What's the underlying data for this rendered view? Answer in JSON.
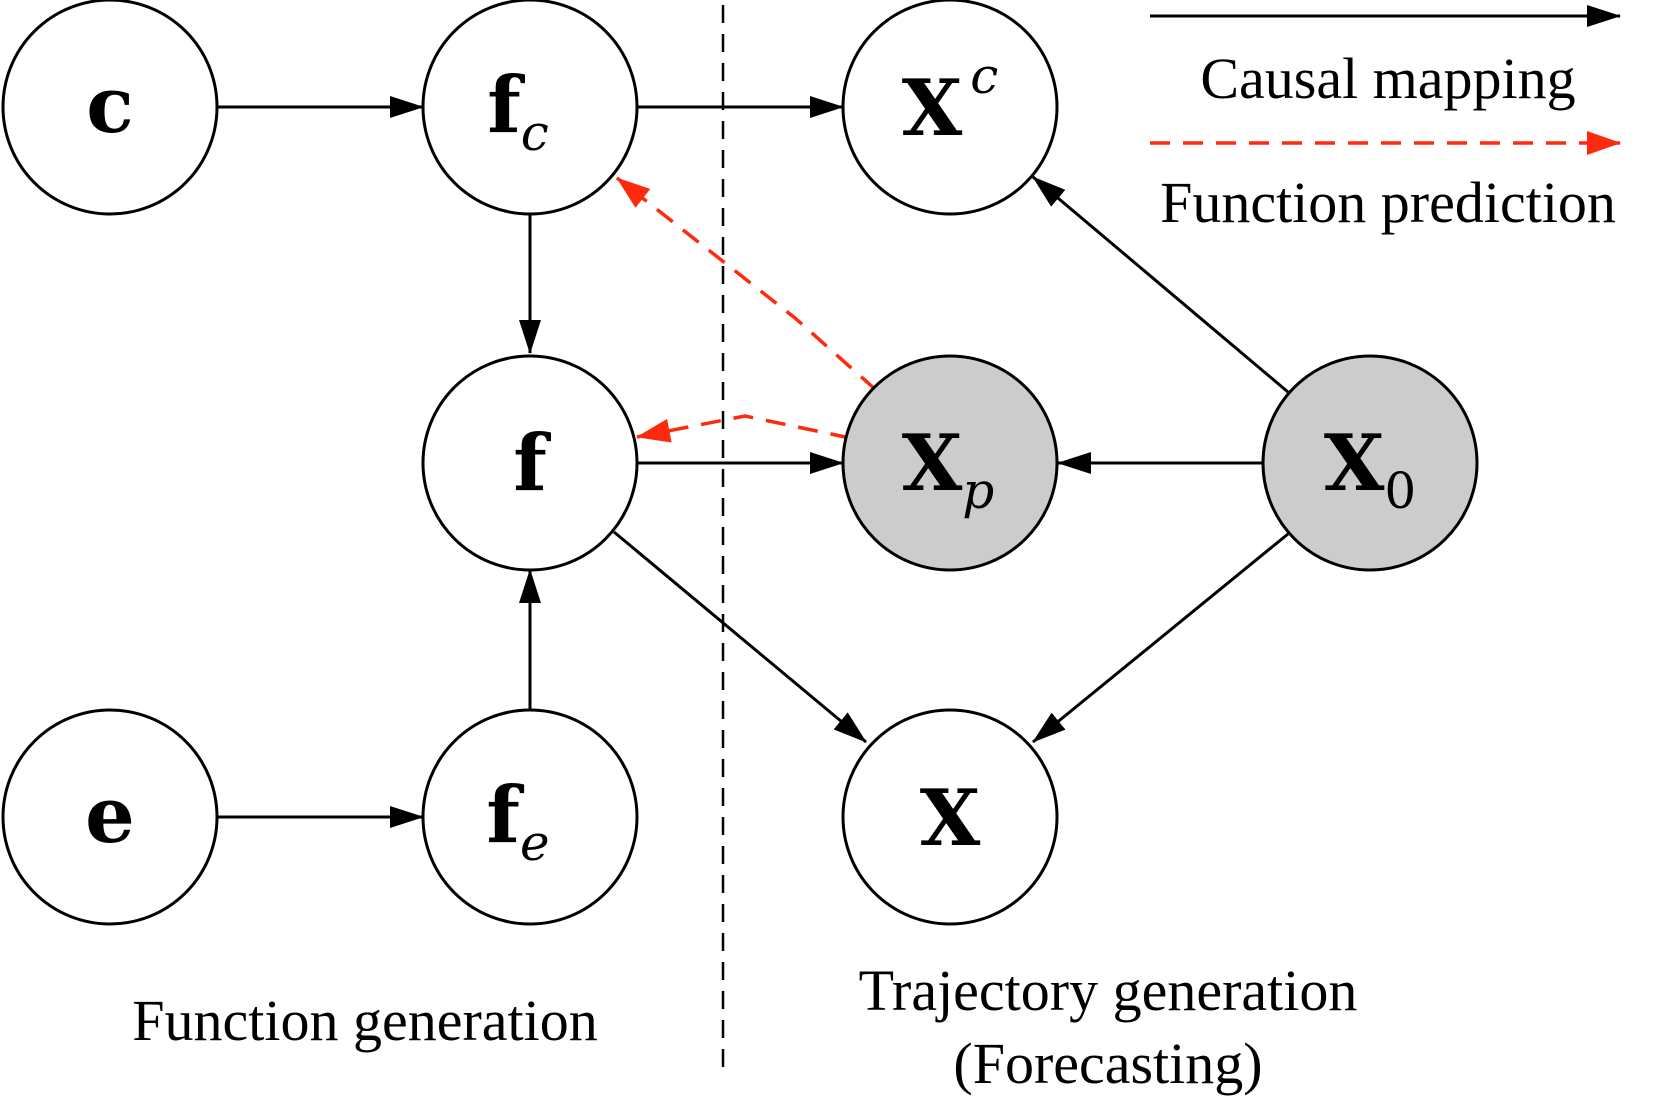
{
  "colors": {
    "causal": "#000000",
    "prediction": "#ff2a0e",
    "observed_fill": "#cccccc",
    "node_fill": "#ffffff"
  },
  "nodes": {
    "c": {
      "main": "c",
      "sub": ""
    },
    "fc": {
      "main": "f",
      "sub": "c"
    },
    "f": {
      "main": "f",
      "sub": ""
    },
    "e": {
      "main": "e",
      "sub": ""
    },
    "fe": {
      "main": "f",
      "sub": "e"
    },
    "Xc": {
      "main": "X",
      "sup": "c"
    },
    "Xp": {
      "main": "X",
      "sub": "p"
    },
    "X0": {
      "main": "X",
      "sub": "0"
    },
    "X": {
      "main": "X",
      "sub": ""
    }
  },
  "legend": {
    "causal_label": "Causal mapping",
    "prediction_label": "Function prediction"
  },
  "sections": {
    "function_generation": "Function generation",
    "trajectory_generation": "Trajectory generation",
    "forecasting": "(Forecasting)"
  }
}
